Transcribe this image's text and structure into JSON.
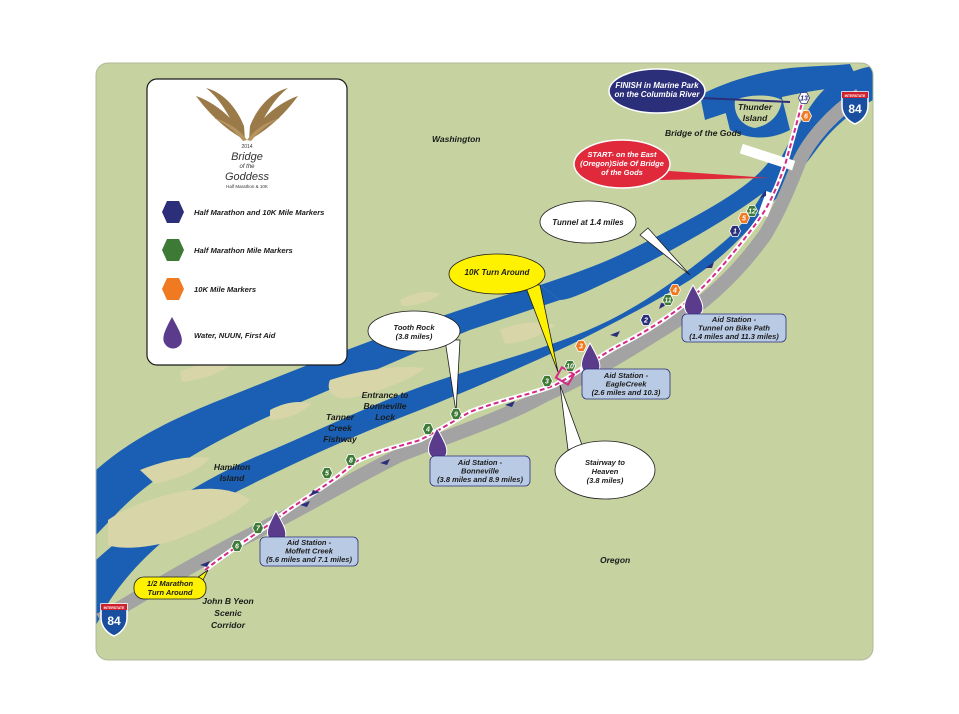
{
  "legend": {
    "logo_year": "2014",
    "logo_title_1": "Bridge",
    "logo_title_2": "of the",
    "logo_title_3": "Goddess",
    "logo_subtitle": "Half Marathon & 10K",
    "items": [
      {
        "label": "Half Marathon and 10K Mile Markers",
        "color": "#2b2f7a",
        "shape": "hexagon"
      },
      {
        "label": "Half Marathon Mile Markers",
        "color": "#3d7a35",
        "shape": "hexagon"
      },
      {
        "label": "10K Mile Markers",
        "color": "#f07a22",
        "shape": "hexagon"
      },
      {
        "label": "Water, NUUN, First Aid",
        "color": "#5b3b8c",
        "shape": "drop"
      }
    ]
  },
  "places": {
    "washington": "Washington",
    "oregon": "Oregon",
    "thunder_1": "Thunder",
    "thunder_2": "Island",
    "bridge_gods": "Bridge of the Gods",
    "hamilton_1": "Hamilton",
    "hamilton_2": "Island",
    "tanner_1": "Tanner",
    "tanner_2": "Creek",
    "tanner_3": "Fishway",
    "entrance_1": "Entrance to",
    "entrance_2": "Bonneville",
    "entrance_3": "Lock",
    "yeon_1": "John B Yeon",
    "yeon_2": "Scenic",
    "yeon_3": "Corridor"
  },
  "callouts": {
    "finish_1": "FINISH in Marine Park",
    "finish_2": "on the Columbia River",
    "start_1": "START- on the East",
    "start_2": "(Oregon)Side Of Bridge",
    "start_3": "of the Gods",
    "tunnel": "Tunnel at 1.4 miles",
    "turn10k": "10K Turn Around",
    "tooth_1": "Tooth Rock",
    "tooth_2": "(3.8 miles)",
    "stair_1": "Stairway to",
    "stair_2": "Heaven",
    "stair_3": "(3.8 miles)",
    "half_turn_1": "1/2  Marathon",
    "half_turn_2": "Turn Around"
  },
  "aid_stations": {
    "tunnel_1": "Aid Station -",
    "tunnel_2": "Tunnel on Bike Path",
    "tunnel_3": "(1.4 miles and 11.3 miles)",
    "eagle_1": "Aid Station -",
    "eagle_2": "EagleCreek",
    "eagle_3": "(2.6 miles and 10.3)",
    "bonn_1": "Aid Station -",
    "bonn_2": "Bonneville",
    "bonn_3": "(3.8 miles and 8.9 miles)",
    "moff_1": "Aid Station -",
    "moff_2": "Moffett Creek",
    "moff_3": "(5.6 miles and 7.1 miles)"
  },
  "interstate": {
    "top": "INTERSTATE",
    "number": "84"
  },
  "markers": {
    "navy": [
      "1",
      "2"
    ],
    "green": [
      "13",
      "12",
      "11",
      "10",
      "9",
      "8",
      "7",
      "6",
      "5",
      "4",
      "3"
    ],
    "orange": [
      "6",
      "5",
      "4",
      "3"
    ]
  },
  "colors": {
    "land": "#c6d2a0",
    "river": "#1a5fb4",
    "sandbar": "#d8d6a8",
    "route": "#d42a86",
    "road": "#a3a3a3",
    "aid_box": "#b9cbe4"
  }
}
